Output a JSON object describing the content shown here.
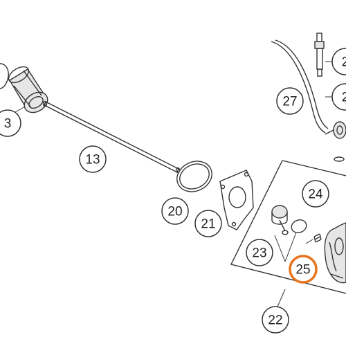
{
  "diagram": {
    "highlight_color": "#e8731c",
    "callout_stroke_color": "#333333",
    "callouts": [
      {
        "id": "c3",
        "label": "3",
        "highlighted": false
      },
      {
        "id": "c13",
        "label": "13",
        "highlighted": false
      },
      {
        "id": "c20",
        "label": "20",
        "highlighted": false
      },
      {
        "id": "c21",
        "label": "21",
        "highlighted": false
      },
      {
        "id": "c22",
        "label": "22",
        "highlighted": false
      },
      {
        "id": "c23",
        "label": "23",
        "highlighted": false
      },
      {
        "id": "c24",
        "label": "24",
        "highlighted": false
      },
      {
        "id": "c25",
        "label": "25",
        "highlighted": true
      },
      {
        "id": "c27",
        "label": "27",
        "highlighted": false
      },
      {
        "id": "c2a",
        "label": "2",
        "highlighted": false
      },
      {
        "id": "c2b",
        "label": "2",
        "highlighted": false
      }
    ]
  }
}
